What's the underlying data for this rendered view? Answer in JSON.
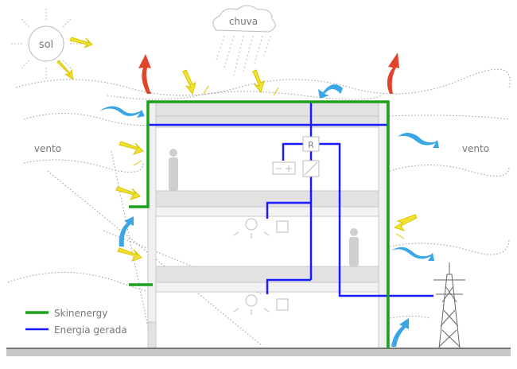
{
  "labels": {
    "sun": "sol",
    "rain": "chuva",
    "wind_left": "vento",
    "wind_right": "vento",
    "regulator": "R"
  },
  "legend": [
    {
      "label": "Skinenergy",
      "color": "#1aa31a"
    },
    {
      "label": "Energia gerada",
      "color": "#1a1aff"
    }
  ],
  "colors": {
    "skinenergy": "#1aa31a",
    "energy": "#1a1aff",
    "structure": "#d8d8d8",
    "sun_arrow": "#f2e230",
    "heat_arrow": "#e0442a",
    "wind_arrow": "#3aa6e8"
  }
}
